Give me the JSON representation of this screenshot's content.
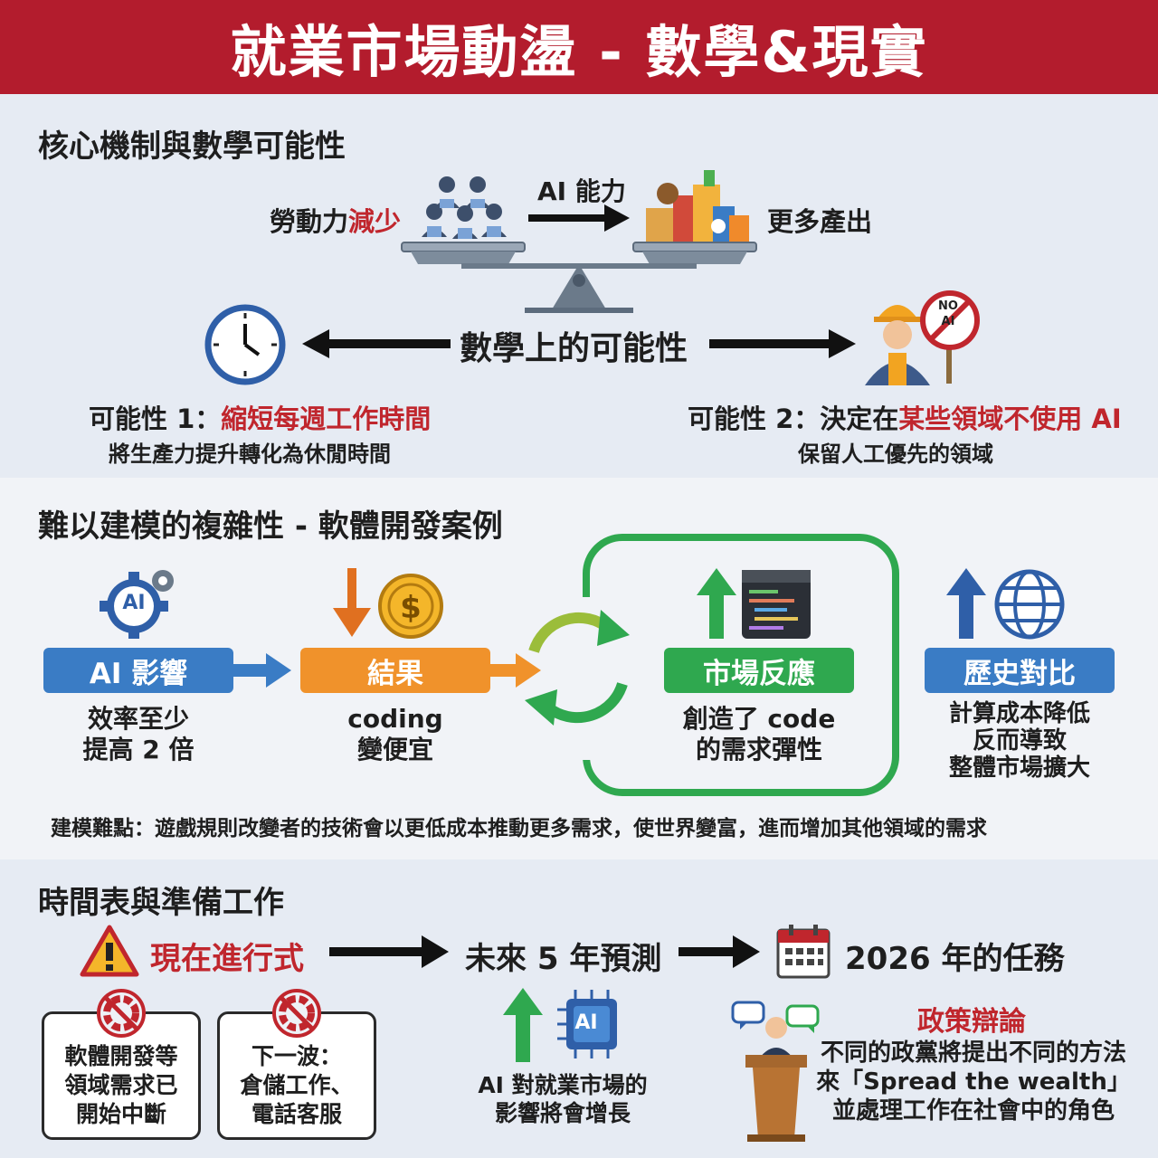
{
  "header": {
    "title": "就業市場動盪 - 數學&現實"
  },
  "section1": {
    "title": "核心機制與數學可能性",
    "labor_prefix": "勞動力",
    "labor_highlight": "減少",
    "ai_label": "AI 能力",
    "output_label": "更多產出",
    "center_label": "數學上的可能性",
    "no_ai_sign": "NO AI",
    "possibility1": {
      "prefix": "可能性 1：",
      "highlight": "縮短每週工作時間",
      "desc": "將生產力提升轉化為休閒時間"
    },
    "possibility2": {
      "prefix": "可能性 2：決定在",
      "highlight": "某些領域不使用 AI",
      "desc": "保留人工優先的領域"
    }
  },
  "section2": {
    "title": "難以建模的複雜性 - 軟體開發案例",
    "ai_icon_text": "AI",
    "items": [
      {
        "label": "AI 影響",
        "desc1": "效率至少",
        "desc2": "提高 2 倍"
      },
      {
        "label": "結果",
        "desc1": "coding",
        "desc2": "變便宜"
      },
      {
        "label": "市場反應",
        "desc1": "創造了 code",
        "desc2": "的需求彈性"
      },
      {
        "label": "歷史對比",
        "desc1": "計算成本降低",
        "desc2": "反而導致",
        "desc3": "整體市場擴大"
      }
    ],
    "note": "建模難點：遊戲規則改變者的技術會以更低成本推動更多需求，使世界變富，進而增加其他領域的需求"
  },
  "section3": {
    "title": "時間表與準備工作",
    "stage1": "現在進行式",
    "stage2": "未來 5 年預測",
    "stage3": "2026 年的任務",
    "box1": [
      "軟體開發等",
      "領域需求已",
      "開始中斷"
    ],
    "box2": [
      "下一波：",
      "倉儲工作、",
      "電話客服"
    ],
    "chip_text": "AI",
    "forecast": [
      "AI 對就業市場的",
      "影響將會增長"
    ],
    "policy_title": "政策辯論",
    "policy": [
      "不同的政黨將提出不同的方法",
      "來「Spread the wealth」",
      "並處理工作在社會中的角色"
    ]
  },
  "colors": {
    "header_red": "#b31c2d",
    "accent_red": "#c0262d",
    "blue": "#3a7cc5",
    "orange": "#f0922b",
    "green": "#2fa84f"
  }
}
